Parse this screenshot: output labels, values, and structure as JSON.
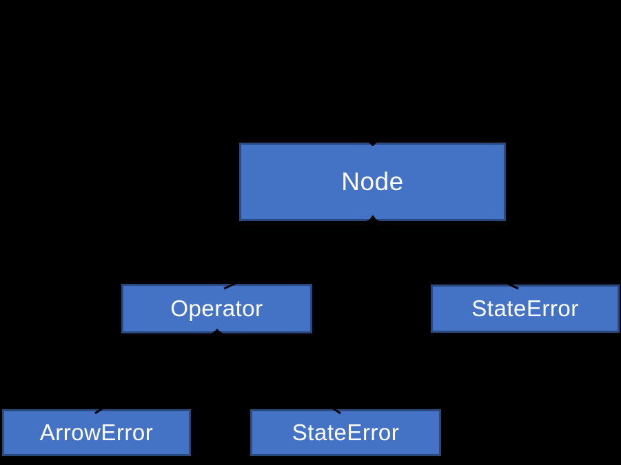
{
  "diagram": {
    "type": "class-inheritance-diagram",
    "background_color": "#000000",
    "box_fill_color": "#4472C4",
    "box_border_color": "#2A4A7F",
    "text_color": "#FFFFFF",
    "connector_color": "#000000",
    "nodes": [
      {
        "id": "node",
        "label": "Node",
        "level": 0
      },
      {
        "id": "operator",
        "label": "Operator",
        "level": 1
      },
      {
        "id": "stateerror-right",
        "label": "StateError",
        "level": 1
      },
      {
        "id": "arrowerror",
        "label": "ArrowError",
        "level": 2
      },
      {
        "id": "stateerror-bottom",
        "label": "StateError",
        "level": 2
      }
    ],
    "edges": [
      {
        "from": "operator",
        "to": "node",
        "style": "arrow-up"
      },
      {
        "from": "stateerror-right",
        "to": "node",
        "style": "arrow-up"
      },
      {
        "from": "arrowerror",
        "to": "operator",
        "style": "arrow-up"
      },
      {
        "from": "stateerror-bottom",
        "to": "operator",
        "style": "arrow-up"
      }
    ]
  }
}
